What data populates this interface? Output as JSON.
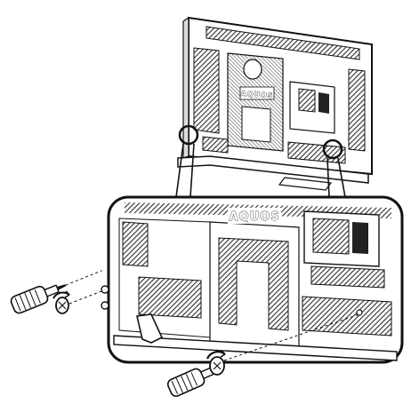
{
  "figure": {
    "brand_label_small": "AQUOS",
    "brand_label_large": "AQUOS",
    "tools": [
      "screwdriver-icon",
      "screwdriver-icon"
    ],
    "callouts": [
      "detail-circle-left",
      "detail-circle-right"
    ],
    "colors": {
      "ink": "#111111",
      "hatch": "#3a3a3a",
      "paper": "#ffffff"
    }
  }
}
